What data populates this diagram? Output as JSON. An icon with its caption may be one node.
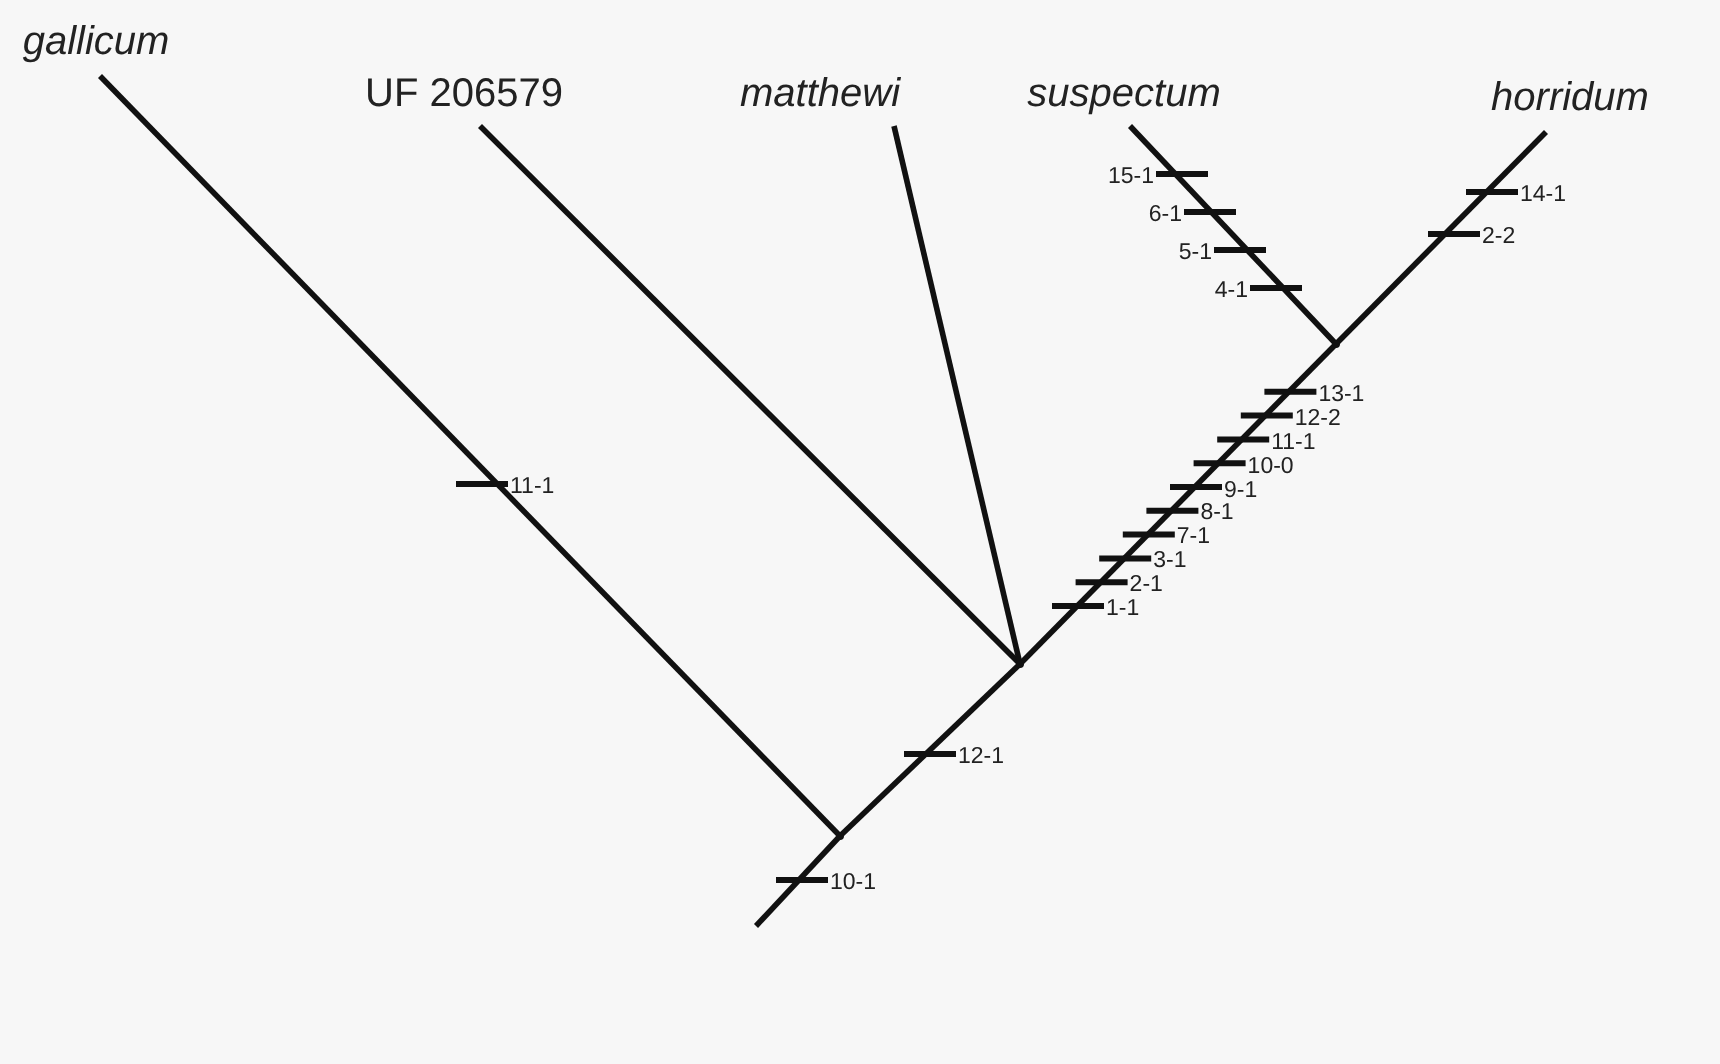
{
  "diagram": {
    "nodes": [
      {
        "text": [
          "gallicum"
        ]
      },
      {
        "text": [
          "UF 206579"
        ]
      },
      {
        "text": [
          "matthewi"
        ]
      },
      {
        "text": [
          "suspectum"
        ]
      },
      {
        "text": [
          "horridum"
        ]
      },
      {
        "text": [],
        "shape": "point"
      },
      {
        "text": [],
        "shape": "point"
      },
      {
        "text": [],
        "shape": "point"
      }
    ],
    "edges": [
      {
        "from": null,
        "to": 5,
        "arrow": "none"
      },
      {
        "from": 5,
        "to": 0,
        "arrow": "none"
      },
      {
        "from": 5,
        "to": 6,
        "arrow": "none"
      },
      {
        "from": 6,
        "to": 1,
        "arrow": "none"
      },
      {
        "from": 6,
        "to": 2,
        "arrow": "none"
      },
      {
        "from": 6,
        "to": 7,
        "arrow": "none"
      },
      {
        "from": 7,
        "to": 3,
        "arrow": "none"
      },
      {
        "from": 7,
        "to": 4,
        "arrow": "none"
      }
    ],
    "labels": [
      "15-1",
      "14-1",
      "6-1",
      "2-2",
      "5-1",
      "4-1",
      "13-1",
      "12-2",
      "11-1",
      "10-0",
      "11-1",
      "9-1",
      "8-1",
      "7-1",
      "3-1",
      "2-1",
      "1-1",
      "12-1",
      "10-1"
    ]
  }
}
